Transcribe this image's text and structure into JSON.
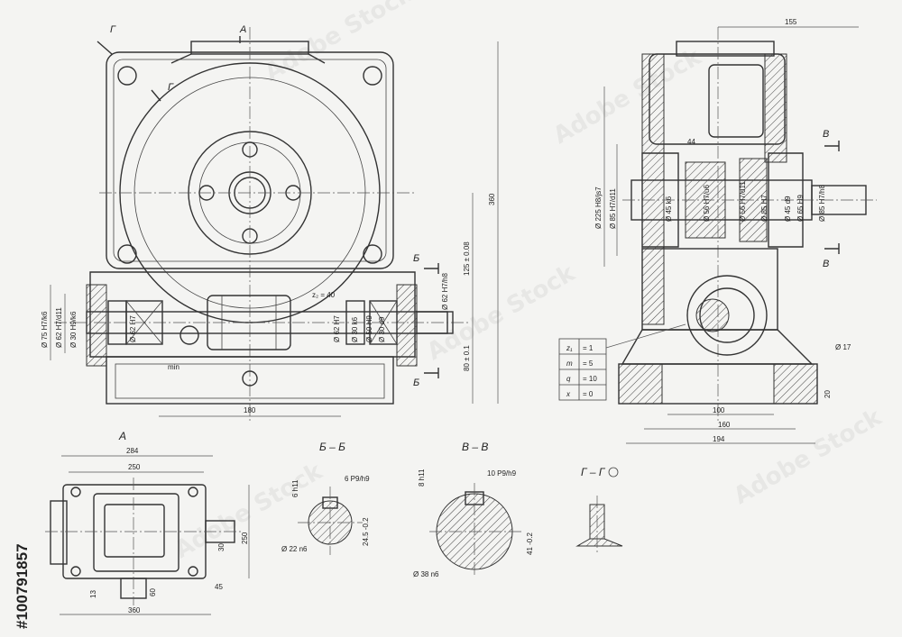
{
  "watermark": {
    "text": "Adobe Stock",
    "stock_id": "#100791857"
  },
  "front_view": {
    "section_A": "А",
    "section_G": "Г",
    "section_B": "Б",
    "dims": {
      "d75": "Ø 75 H7/k6",
      "d62a": "Ø 62 H7/d11",
      "d30a": "Ø 30 H9/k6",
      "d62b": "Ø 62 H7",
      "d62c": "Ø 62 H7",
      "d30b": "Ø 30 k6",
      "d50": "Ø 50 H9",
      "d30c": "Ø 30 d9",
      "d62d": "Ø 62 H7/h8",
      "z2": "z₂ = 40",
      "min": "min",
      "h125": "125 ± 0.08",
      "h80": "80 ± 0.1",
      "h360": "360",
      "w180": "180"
    }
  },
  "side_view": {
    "section_B": "В",
    "dims": {
      "w155": "155",
      "w44": "44",
      "d225": "Ø 225 H8/js7",
      "d85a": "Ø 85 H7/d11",
      "d45a": "Ø 45 k6",
      "d56a": "Ø 56 H7/u6",
      "d56b": "Ø 56 H7/d11",
      "d85b": "Ø 85 H7",
      "d45b": "Ø 45 d9",
      "d65": "Ø 65 H9",
      "d85c": "Ø 85 H7/h8",
      "d17": "Ø 17",
      "h20": "20",
      "w100": "100",
      "w160": "160",
      "w194": "194"
    },
    "params": [
      {
        "key": "z₁",
        "val": "= 1"
      },
      {
        "key": "m",
        "val": "= 5"
      },
      {
        "key": "q",
        "val": "= 10"
      },
      {
        "key": "x",
        "val": "= 0"
      }
    ]
  },
  "top_view": {
    "label": "А",
    "dims": {
      "w284": "284",
      "w250": "250",
      "h250": "250",
      "w360": "360",
      "d30": "30",
      "d13": "13",
      "d60": "60",
      "d45": "45"
    }
  },
  "section_BB": {
    "label": "Б – Б",
    "key": "6 P9/h9",
    "h": "6 h11",
    "d": "Ø 22 n6",
    "t": "24.5 -0.2"
  },
  "section_VV": {
    "label": "В – В",
    "key": "10 P9/h9",
    "h": "8 h11",
    "d": "Ø 38 n6",
    "t": "41 -0.2"
  },
  "section_GG": {
    "label": "Г – Г"
  }
}
